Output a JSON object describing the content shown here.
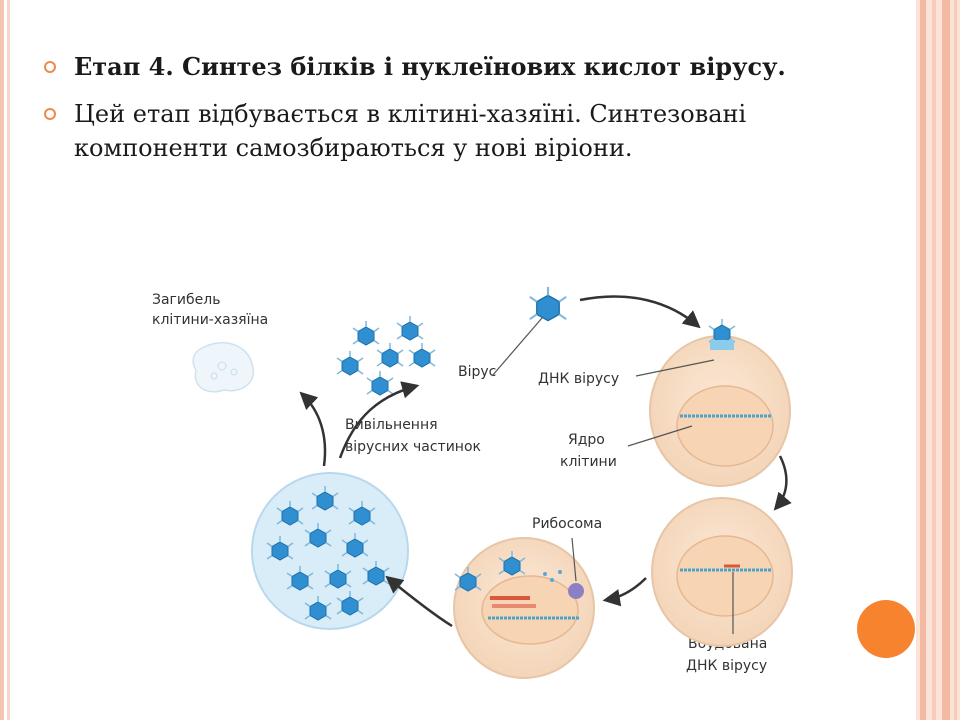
{
  "bullets": [
    {
      "text": "Етап 4. Синтез білків і нуклеїнових кислот вірусу."
    },
    {
      "text": "Цей етап відбувається в клітині-хазяїні. Синтезовані компоненти самозбираються у нові віріони."
    }
  ],
  "diagram": {
    "labels": {
      "host_death_1": "Загибель",
      "host_death_2": "клітини-хазяїна",
      "virus": "Вірус",
      "viral_dna": "ДНК вірусу",
      "release_1": "Вивільнення",
      "release_2": "вірусних частинок",
      "nucleus_1": "Ядро",
      "nucleus_2": "клітини",
      "ribosome": "Рибосома",
      "integrated_1": "Вбудована",
      "integrated_2": "ДНК вірусу"
    }
  },
  "colors": {
    "accent": "#f7832f",
    "virus": "#3aa0d8",
    "cell": "#f6dcc3"
  }
}
